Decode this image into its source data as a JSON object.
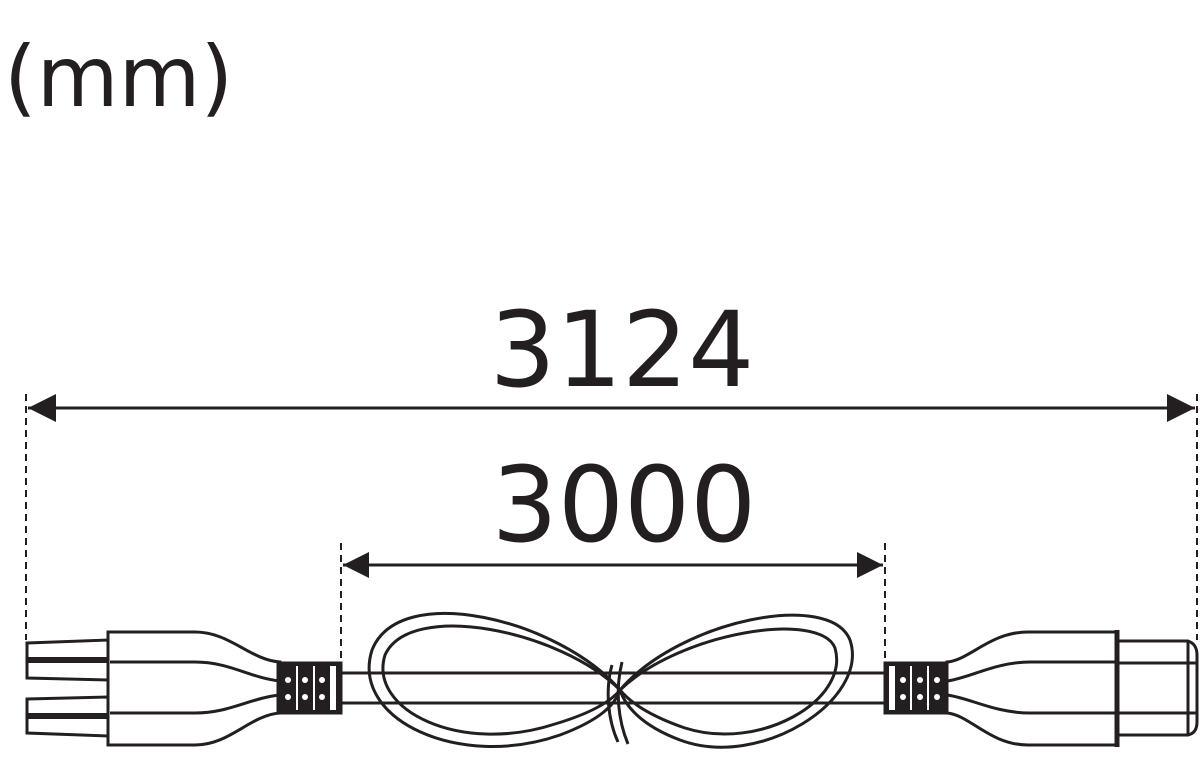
{
  "unit_label": "(mm)",
  "dimensions": {
    "overall_length": "3124",
    "cable_length": "3000"
  },
  "colors": {
    "line": "#231f20",
    "background": "#ffffff"
  }
}
